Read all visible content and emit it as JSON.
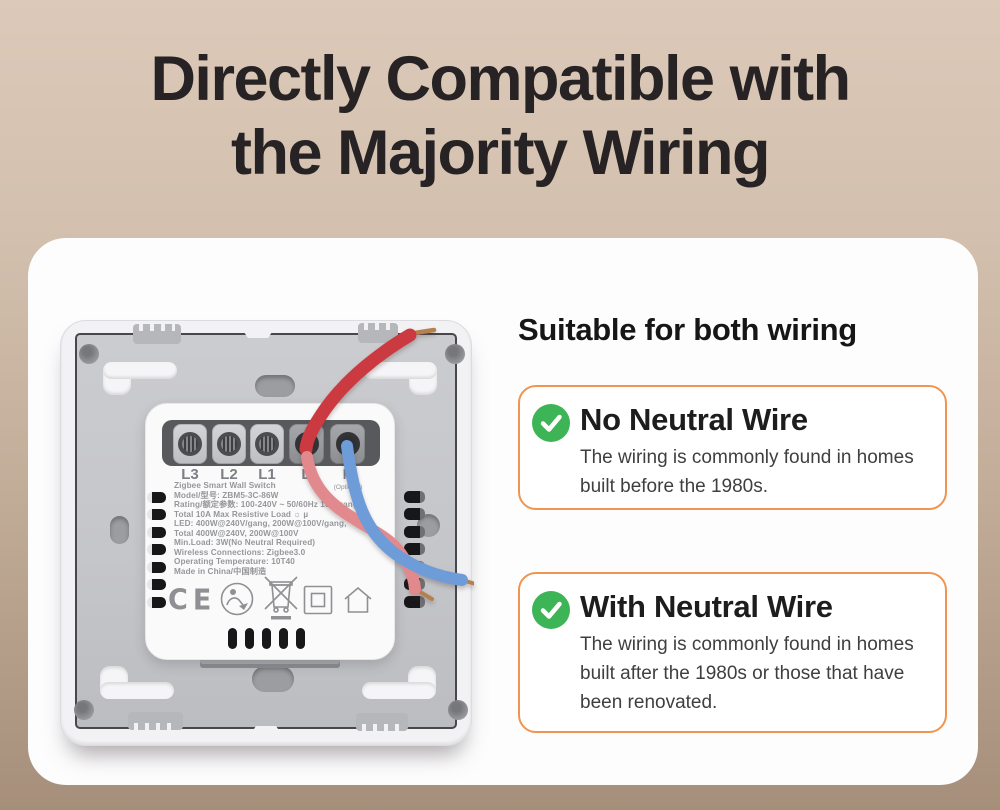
{
  "title": {
    "line1": "Directly Compatible with",
    "line2": "the Majority Wiring"
  },
  "panel": {
    "heading": "Suitable for both wiring",
    "wiring_cards": [
      {
        "title": "No Neutral Wire",
        "description": "The wiring is commonly found in homes built before the 1980s."
      },
      {
        "title": "With Neutral Wire",
        "description": "The wiring is commonly found in homes built after the 1980s or those that have been renovated."
      }
    ]
  },
  "switch_device": {
    "terminals": [
      "L3",
      "L2",
      "L1",
      "L",
      "N"
    ],
    "n_terminal_note": "(Optional)",
    "spec_lines": [
      "Zigbee Smart Wall Switch",
      "Model/型号: ZBM5-3C-86W",
      "Rating/额定参数: 100-240V ~ 50/60Hz 10A/gang",
      "Total 10A Max Resistive Load ☼ µ",
      "LED: 400W@240V/gang, 200W@100V/gang,",
      "Total 400W@240V, 200W@100V",
      "Min.Load: 3W(No Neutral Required)",
      "Wireless Connections: Zigbee3.0",
      "Operating Temperature: 10T40",
      "Made in China/中国制造"
    ],
    "ce_mark": "CE"
  },
  "colors": {
    "background_top": "#DCC9B9",
    "background_bottom": "#A68F7A",
    "accent_orange": "#F0954F",
    "check_green": "#3DB456",
    "wire_live_red": "#CC3A41",
    "wire_load_pink": "#E2898D",
    "wire_neutral_blue": "#6D9CD9",
    "copper": "#B5804F"
  }
}
